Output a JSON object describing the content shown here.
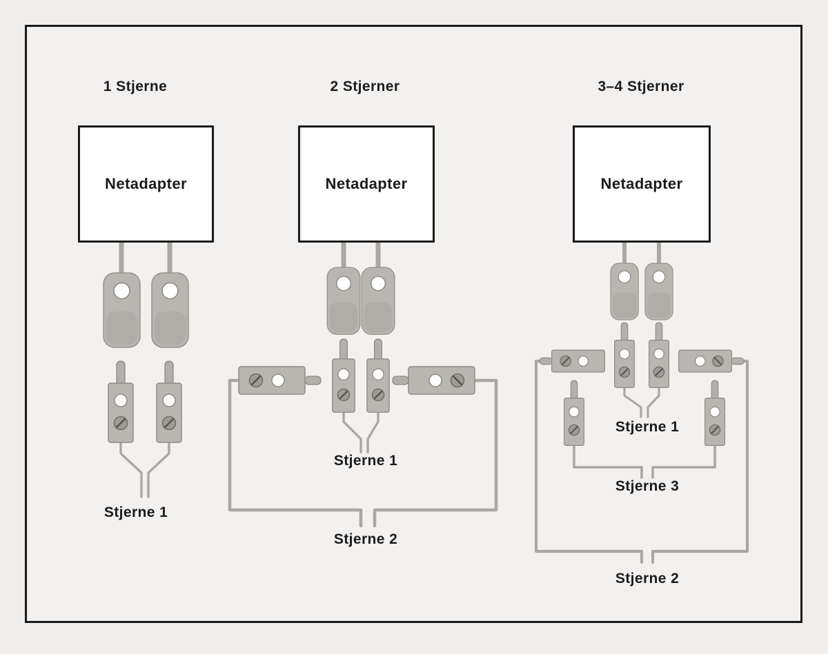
{
  "diagram": {
    "columns": [
      {
        "heading": "1 Stjerne",
        "adapter_label": "Netadapter",
        "star_labels": [
          "Stjerne 1"
        ]
      },
      {
        "heading": "2 Stjerner",
        "adapter_label": "Netadapter",
        "star_labels": [
          "Stjerne 1",
          "Stjerne 2"
        ]
      },
      {
        "heading": "3–4 Stjerner",
        "adapter_label": "Netadapter",
        "star_labels": [
          "Stjerne 1",
          "Stjerne 3",
          "Stjerne 2"
        ]
      }
    ],
    "colors": {
      "page_background": "#f0eeec",
      "frame_border": "#1a1a1a",
      "adapter_box_fill": "#ffffff",
      "connector_body": "#b9b6b2",
      "connector_hole": "#ffffff",
      "screw_head": "#9e9b97",
      "wire": "#aba7a3",
      "text": "#1b1b1b"
    }
  }
}
